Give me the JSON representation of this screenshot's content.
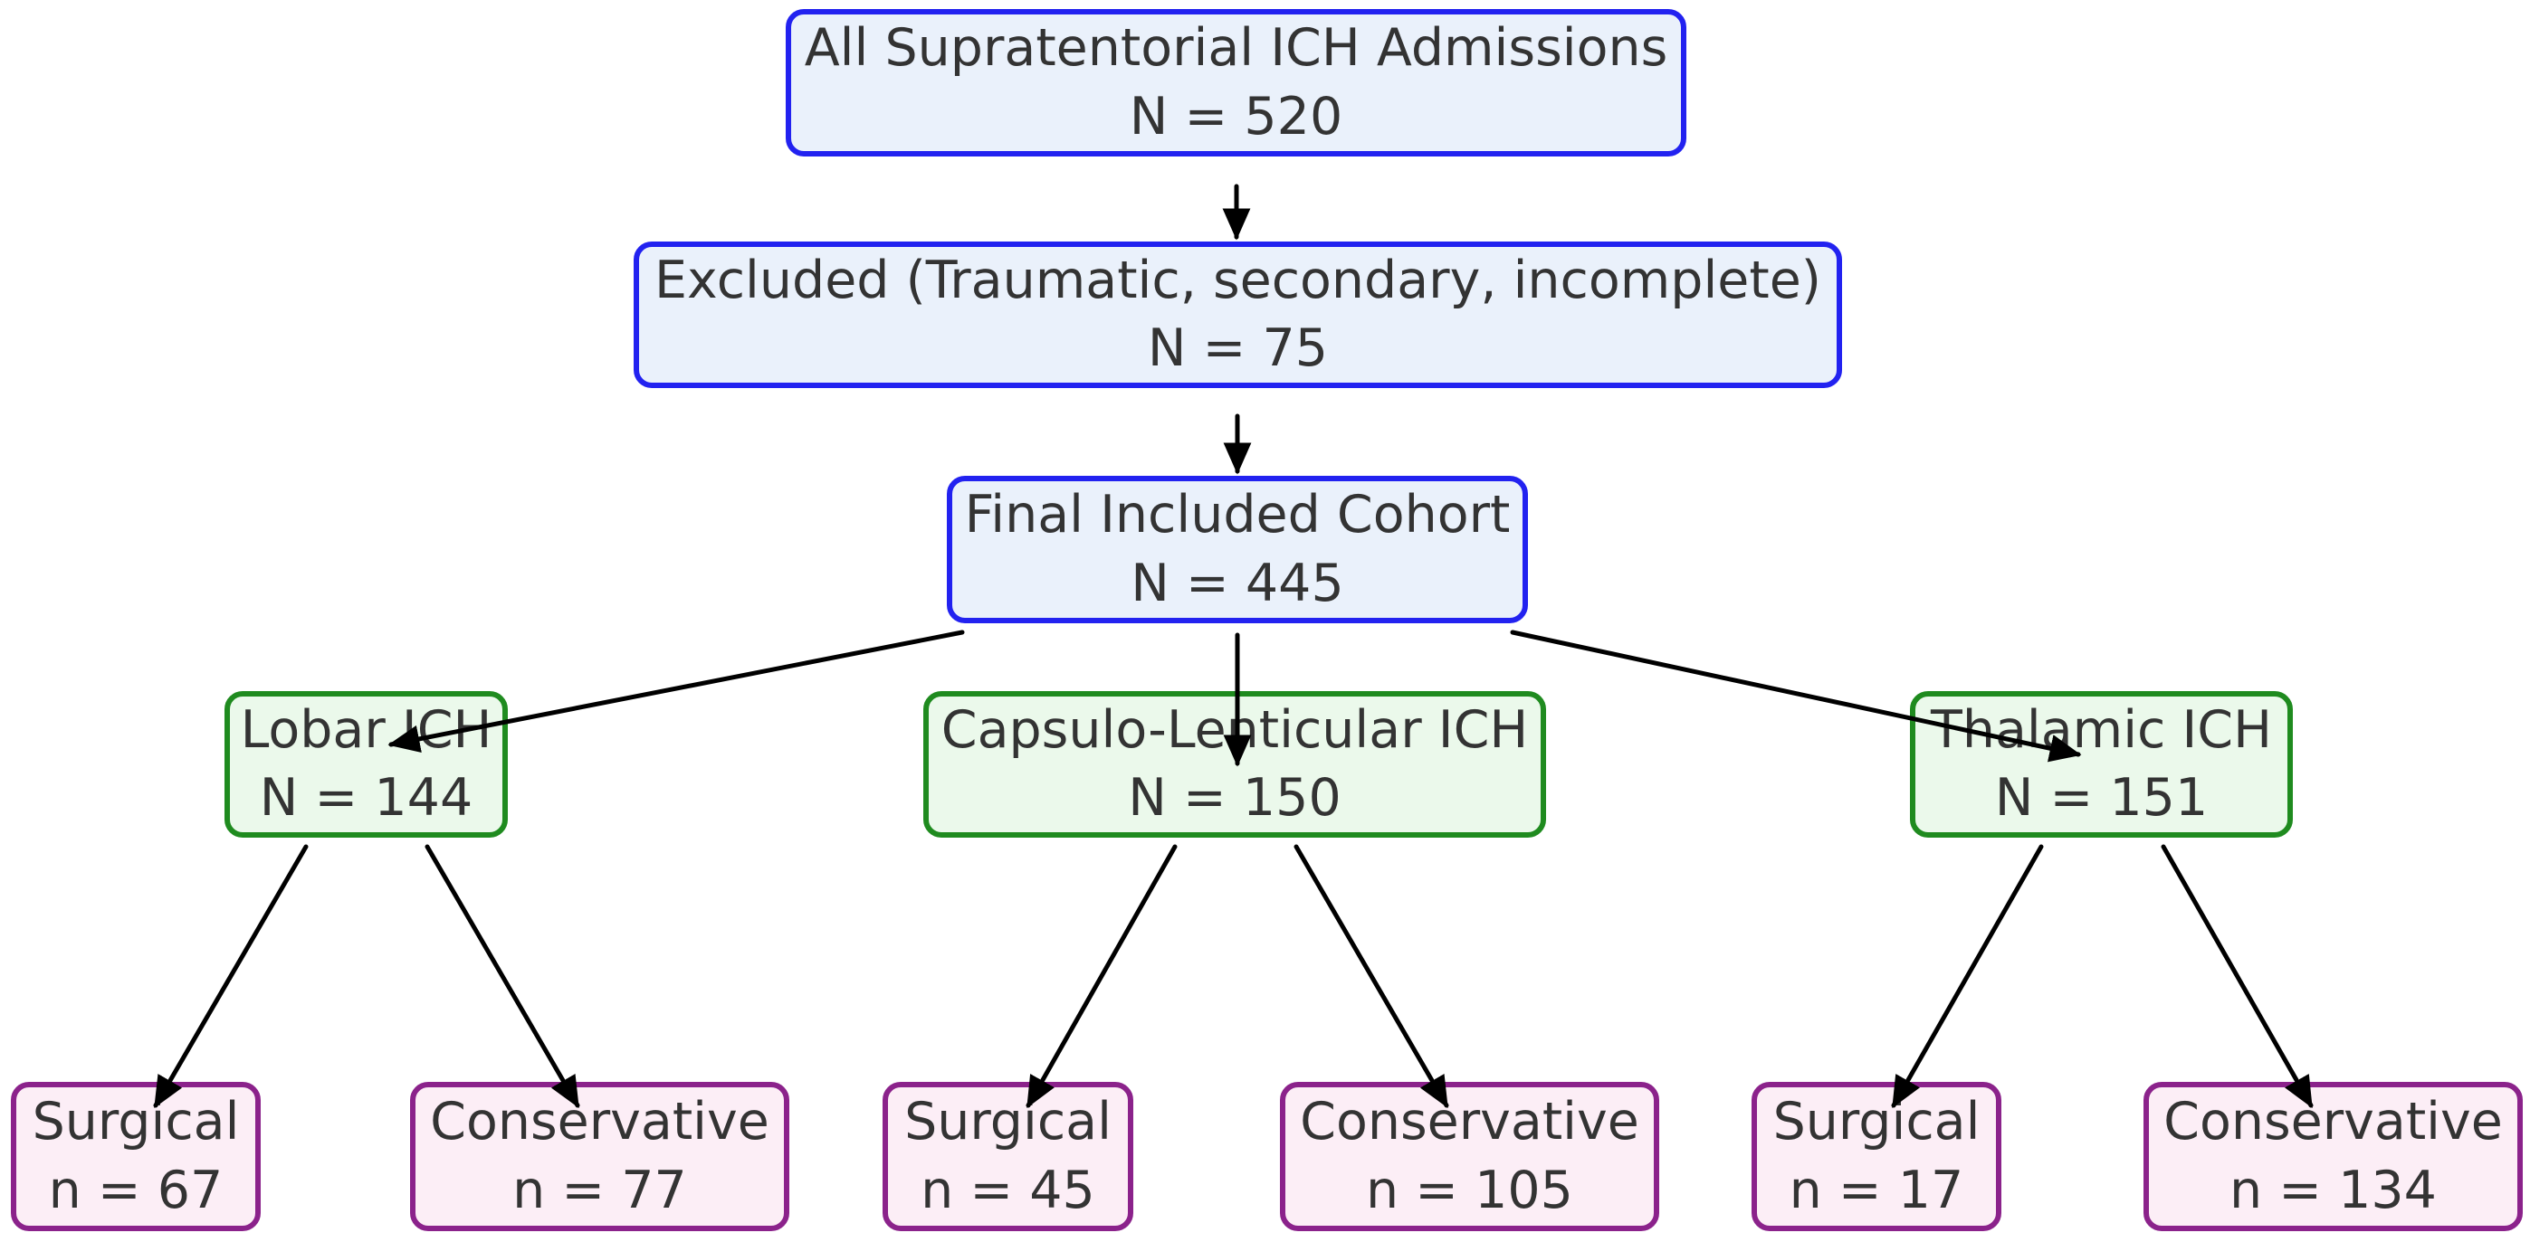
{
  "diagram": {
    "type": "flowchart",
    "nodes": [
      {
        "id": "admissions",
        "label": "All Supratentorial ICH Admissions",
        "count": "N = 520",
        "style": "blue"
      },
      {
        "id": "excluded",
        "label": "Excluded (Traumatic, secondary, incomplete)",
        "count": "N = 75",
        "style": "blue"
      },
      {
        "id": "final-cohort",
        "label": "Final Included Cohort",
        "count": "N = 445",
        "style": "blue"
      },
      {
        "id": "lobar",
        "label": "Lobar ICH",
        "count": "N = 144",
        "style": "green"
      },
      {
        "id": "capsulo-lenticular",
        "label": "Capsulo-Lenticular ICH",
        "count": "N = 150",
        "style": "green"
      },
      {
        "id": "thalamic",
        "label": "Thalamic ICH",
        "count": "N = 151",
        "style": "green"
      },
      {
        "id": "lobar-surgical",
        "label": "Surgical",
        "count": "n = 67",
        "style": "purple"
      },
      {
        "id": "lobar-conservative",
        "label": "Conservative",
        "count": "n = 77",
        "style": "purple"
      },
      {
        "id": "capsulo-surgical",
        "label": "Surgical",
        "count": "n = 45",
        "style": "purple"
      },
      {
        "id": "capsulo-conservative",
        "label": "Conservative",
        "count": "n = 105",
        "style": "purple"
      },
      {
        "id": "thalamic-surgical",
        "label": "Surgical",
        "count": "n = 17",
        "style": "purple"
      },
      {
        "id": "thalamic-conservative",
        "label": "Conservative",
        "count": "n = 134",
        "style": "purple"
      }
    ],
    "edges": [
      {
        "from": "admissions",
        "to": "excluded"
      },
      {
        "from": "excluded",
        "to": "final-cohort"
      },
      {
        "from": "final-cohort",
        "to": "lobar"
      },
      {
        "from": "final-cohort",
        "to": "capsulo-lenticular"
      },
      {
        "from": "final-cohort",
        "to": "thalamic"
      },
      {
        "from": "lobar",
        "to": "lobar-surgical"
      },
      {
        "from": "lobar",
        "to": "lobar-conservative"
      },
      {
        "from": "capsulo-lenticular",
        "to": "capsulo-surgical"
      },
      {
        "from": "capsulo-lenticular",
        "to": "capsulo-conservative"
      },
      {
        "from": "thalamic",
        "to": "thalamic-surgical"
      },
      {
        "from": "thalamic",
        "to": "thalamic-conservative"
      }
    ],
    "colors": {
      "blue_border": "#2222f0",
      "blue_fill": "#eaf1fb",
      "green_border": "#1f8b1f",
      "green_fill": "#ebf9eb",
      "purple_border": "#8b228b",
      "purple_fill": "#fceef6",
      "text": "#333333",
      "arrow": "#000000",
      "background": "#ffffff"
    }
  }
}
